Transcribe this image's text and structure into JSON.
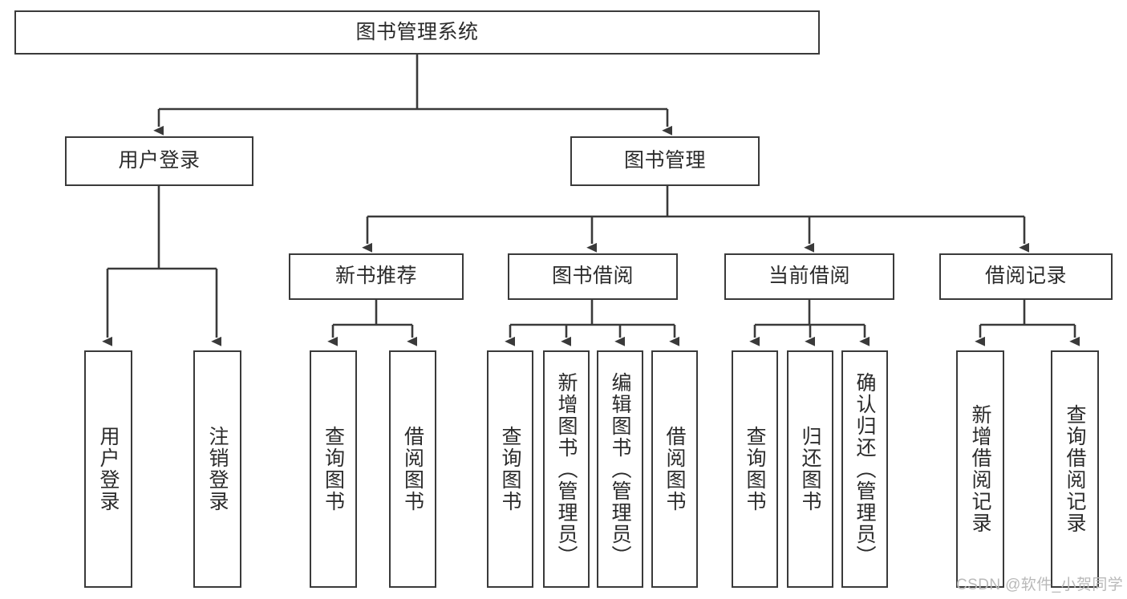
{
  "diagram": {
    "title": "图书管理系统",
    "type": "tree",
    "root": {
      "id": "root",
      "label": "图书管理系统"
    },
    "level2": [
      {
        "id": "user-login",
        "label": "用户登录"
      },
      {
        "id": "book-management",
        "label": "图书管理"
      }
    ],
    "level3": [
      {
        "id": "new-book-recommend",
        "label": "新书推荐"
      },
      {
        "id": "book-borrow",
        "label": "图书借阅"
      },
      {
        "id": "current-borrow",
        "label": "当前借阅"
      },
      {
        "id": "borrow-record",
        "label": "借阅记录"
      }
    ],
    "leaves": {
      "user_login": [
        {
          "id": "leaf-user-login",
          "label": "用户登录"
        },
        {
          "id": "leaf-logout-login",
          "label": "注销登录"
        }
      ],
      "new_book_recommend": [
        {
          "id": "leaf-query-book-1",
          "label": "查询图书"
        },
        {
          "id": "leaf-borrow-book-1",
          "label": "借阅图书"
        }
      ],
      "book_borrow": [
        {
          "id": "leaf-query-book-2",
          "label": "查询图书"
        },
        {
          "id": "leaf-add-book",
          "label": "新增图书（管理员）"
        },
        {
          "id": "leaf-edit-book",
          "label": "编辑图书（管理员）"
        },
        {
          "id": "leaf-borrow-book-2",
          "label": "借阅图书"
        }
      ],
      "current_borrow": [
        {
          "id": "leaf-query-book-3",
          "label": "查询图书"
        },
        {
          "id": "leaf-return-book",
          "label": "归还图书"
        },
        {
          "id": "leaf-confirm-return",
          "label": "确认归还（管理员）"
        }
      ],
      "borrow_record": [
        {
          "id": "leaf-add-borrow-record",
          "label": "新增借阅记录"
        },
        {
          "id": "leaf-query-borrow-record",
          "label": "查询借阅记录"
        }
      ]
    },
    "colors": {
      "stroke": "#3a3a3a",
      "text": "#2b2b2b",
      "background": "#ffffff",
      "watermark": "#b9b9b9"
    }
  },
  "watermark": {
    "text": "CSDN @软件_小贺同学"
  }
}
